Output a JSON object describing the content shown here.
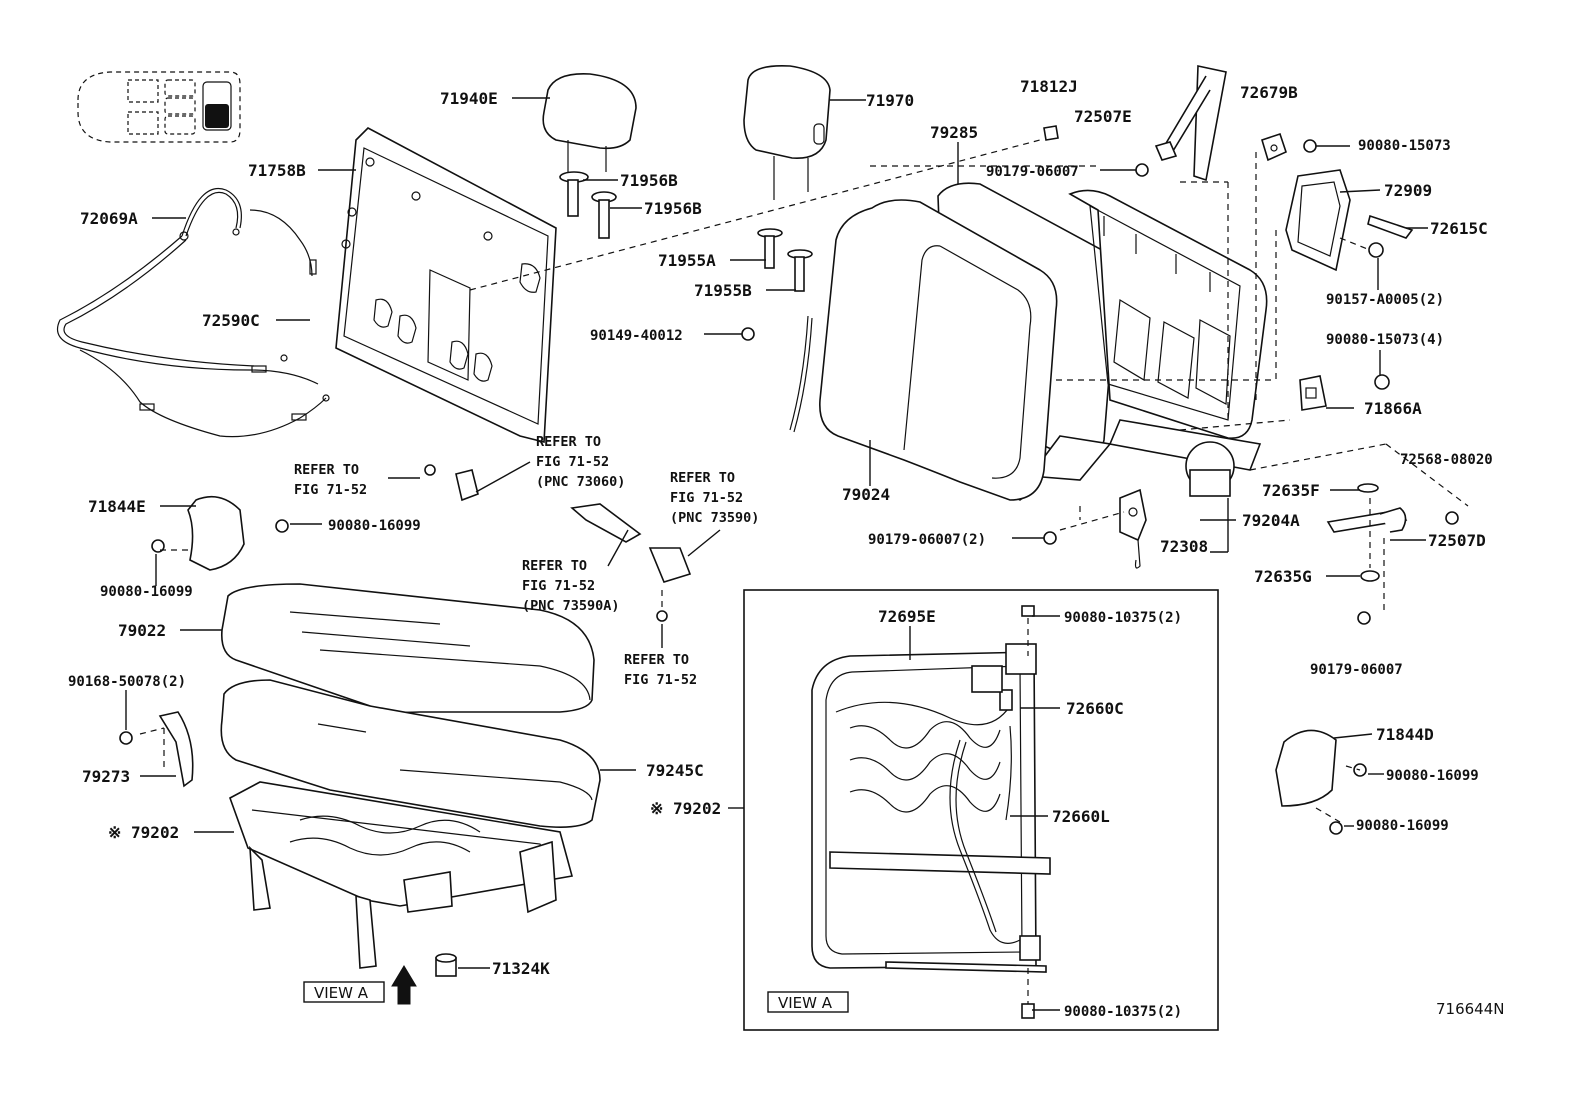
{
  "diagram": {
    "figure_number": "716644N",
    "view_label": "VIEW  A",
    "labels": {
      "l71940E": "71940E",
      "l71970": "71970",
      "l71812J": "71812J",
      "l72507E": "72507E",
      "l72679B": "72679B",
      "l71758B": "71758B",
      "l72069A": "72069A",
      "l71956B_1": "71956B",
      "l71956B_2": "71956B",
      "l79285": "79285",
      "l90179_06007_top": "90179-06007",
      "l90080_15073": "90080-15073",
      "l72909": "72909",
      "l72615C": "72615C",
      "l71955A": "71955A",
      "l71955B": "71955B",
      "l72590C": "72590C",
      "l90157_A0005": "90157-A0005(2)",
      "l90149_40012": "90149-40012",
      "l90080_15073_4": "90080-15073(4)",
      "l71866A": "71866A",
      "l72568_08020": "72568-08020",
      "l72635F": "72635F",
      "l79024": "79024",
      "l79204A": "79204A",
      "l71844E": "71844E",
      "l90080_16099_a": "90080-16099",
      "l90179_06007_2": "90179-06007(2)",
      "l72308": "72308",
      "l72507D": "72507D",
      "l90080_16099_b": "90080-16099",
      "l72635G": "72635G",
      "l79022": "79022",
      "l72695E": "72695E",
      "l90080_10375_top": "90080-10375(2)",
      "l90179_06007_r": "90179-06007",
      "l90168_50078": "90168-50078(2)",
      "l72660C": "72660C",
      "l71844D": "71844D",
      "l79273": "79273",
      "l79245C": "79245C",
      "l90080_16099_c": "90080-16099",
      "l79202_a": "※ 79202",
      "l79202_b": "※ 79202",
      "l72660L": "72660L",
      "l90080_16099_d": "90080-16099",
      "l71324K": "71324K",
      "l90080_10375_bot": "90080-10375(2)"
    },
    "refers": {
      "r1a": "REFER TO",
      "r1b": "FIG 71-52",
      "r2a": "REFER TO",
      "r2b": "FIG 71-52",
      "r2c": "(PNC 73060)",
      "r3a": "REFER TO",
      "r3b": "FIG 71-52",
      "r3c": "(PNC 73590)",
      "r4a": "REFER TO",
      "r4b": "FIG 71-52",
      "r4c": "(PNC 73590A)",
      "r5a": "REFER TO",
      "r5b": "FIG 71-52"
    }
  }
}
